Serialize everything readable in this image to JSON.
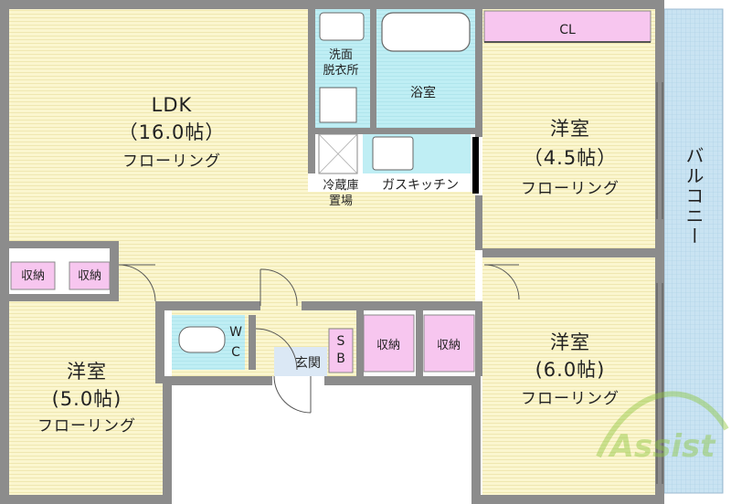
{
  "rooms": {
    "ldk": {
      "name": "LDK",
      "size": "（16.0帖）",
      "floor": "フローリング"
    },
    "western_a": {
      "name": "洋室",
      "size": "（4.5帖）",
      "floor": "フローリング"
    },
    "western_b": {
      "name": "洋室",
      "size": "(6.0帖)",
      "floor": "フローリング"
    },
    "western_c": {
      "name": "洋室",
      "size": "(5.0帖)",
      "floor": "フローリング"
    }
  },
  "labels": {
    "closet": "CL",
    "storage_1": "収納",
    "storage_2": "収納",
    "storage_3": "収納",
    "storage_4": "収納",
    "washroom_1": "洗面",
    "washroom_2": "脱衣所",
    "bath": "浴室",
    "kitchen": "ガスキッチン",
    "fridge_1": "冷蔵庫",
    "fridge_2": "置場",
    "wc_1": "W",
    "wc_2": "C",
    "shoe_box_1": "S",
    "shoe_box_2": "B",
    "entrance": "玄関",
    "balcony": "バルコニー"
  },
  "watermark": {
    "text": "Assist"
  },
  "colors": {
    "floor": "#fbf6cf",
    "wall": "#8c8c8c",
    "wet_area": "#bfeef4",
    "storage": "#f7c6ef",
    "balcony": "#c9e3f2",
    "watermark": "#8dc63f"
  }
}
